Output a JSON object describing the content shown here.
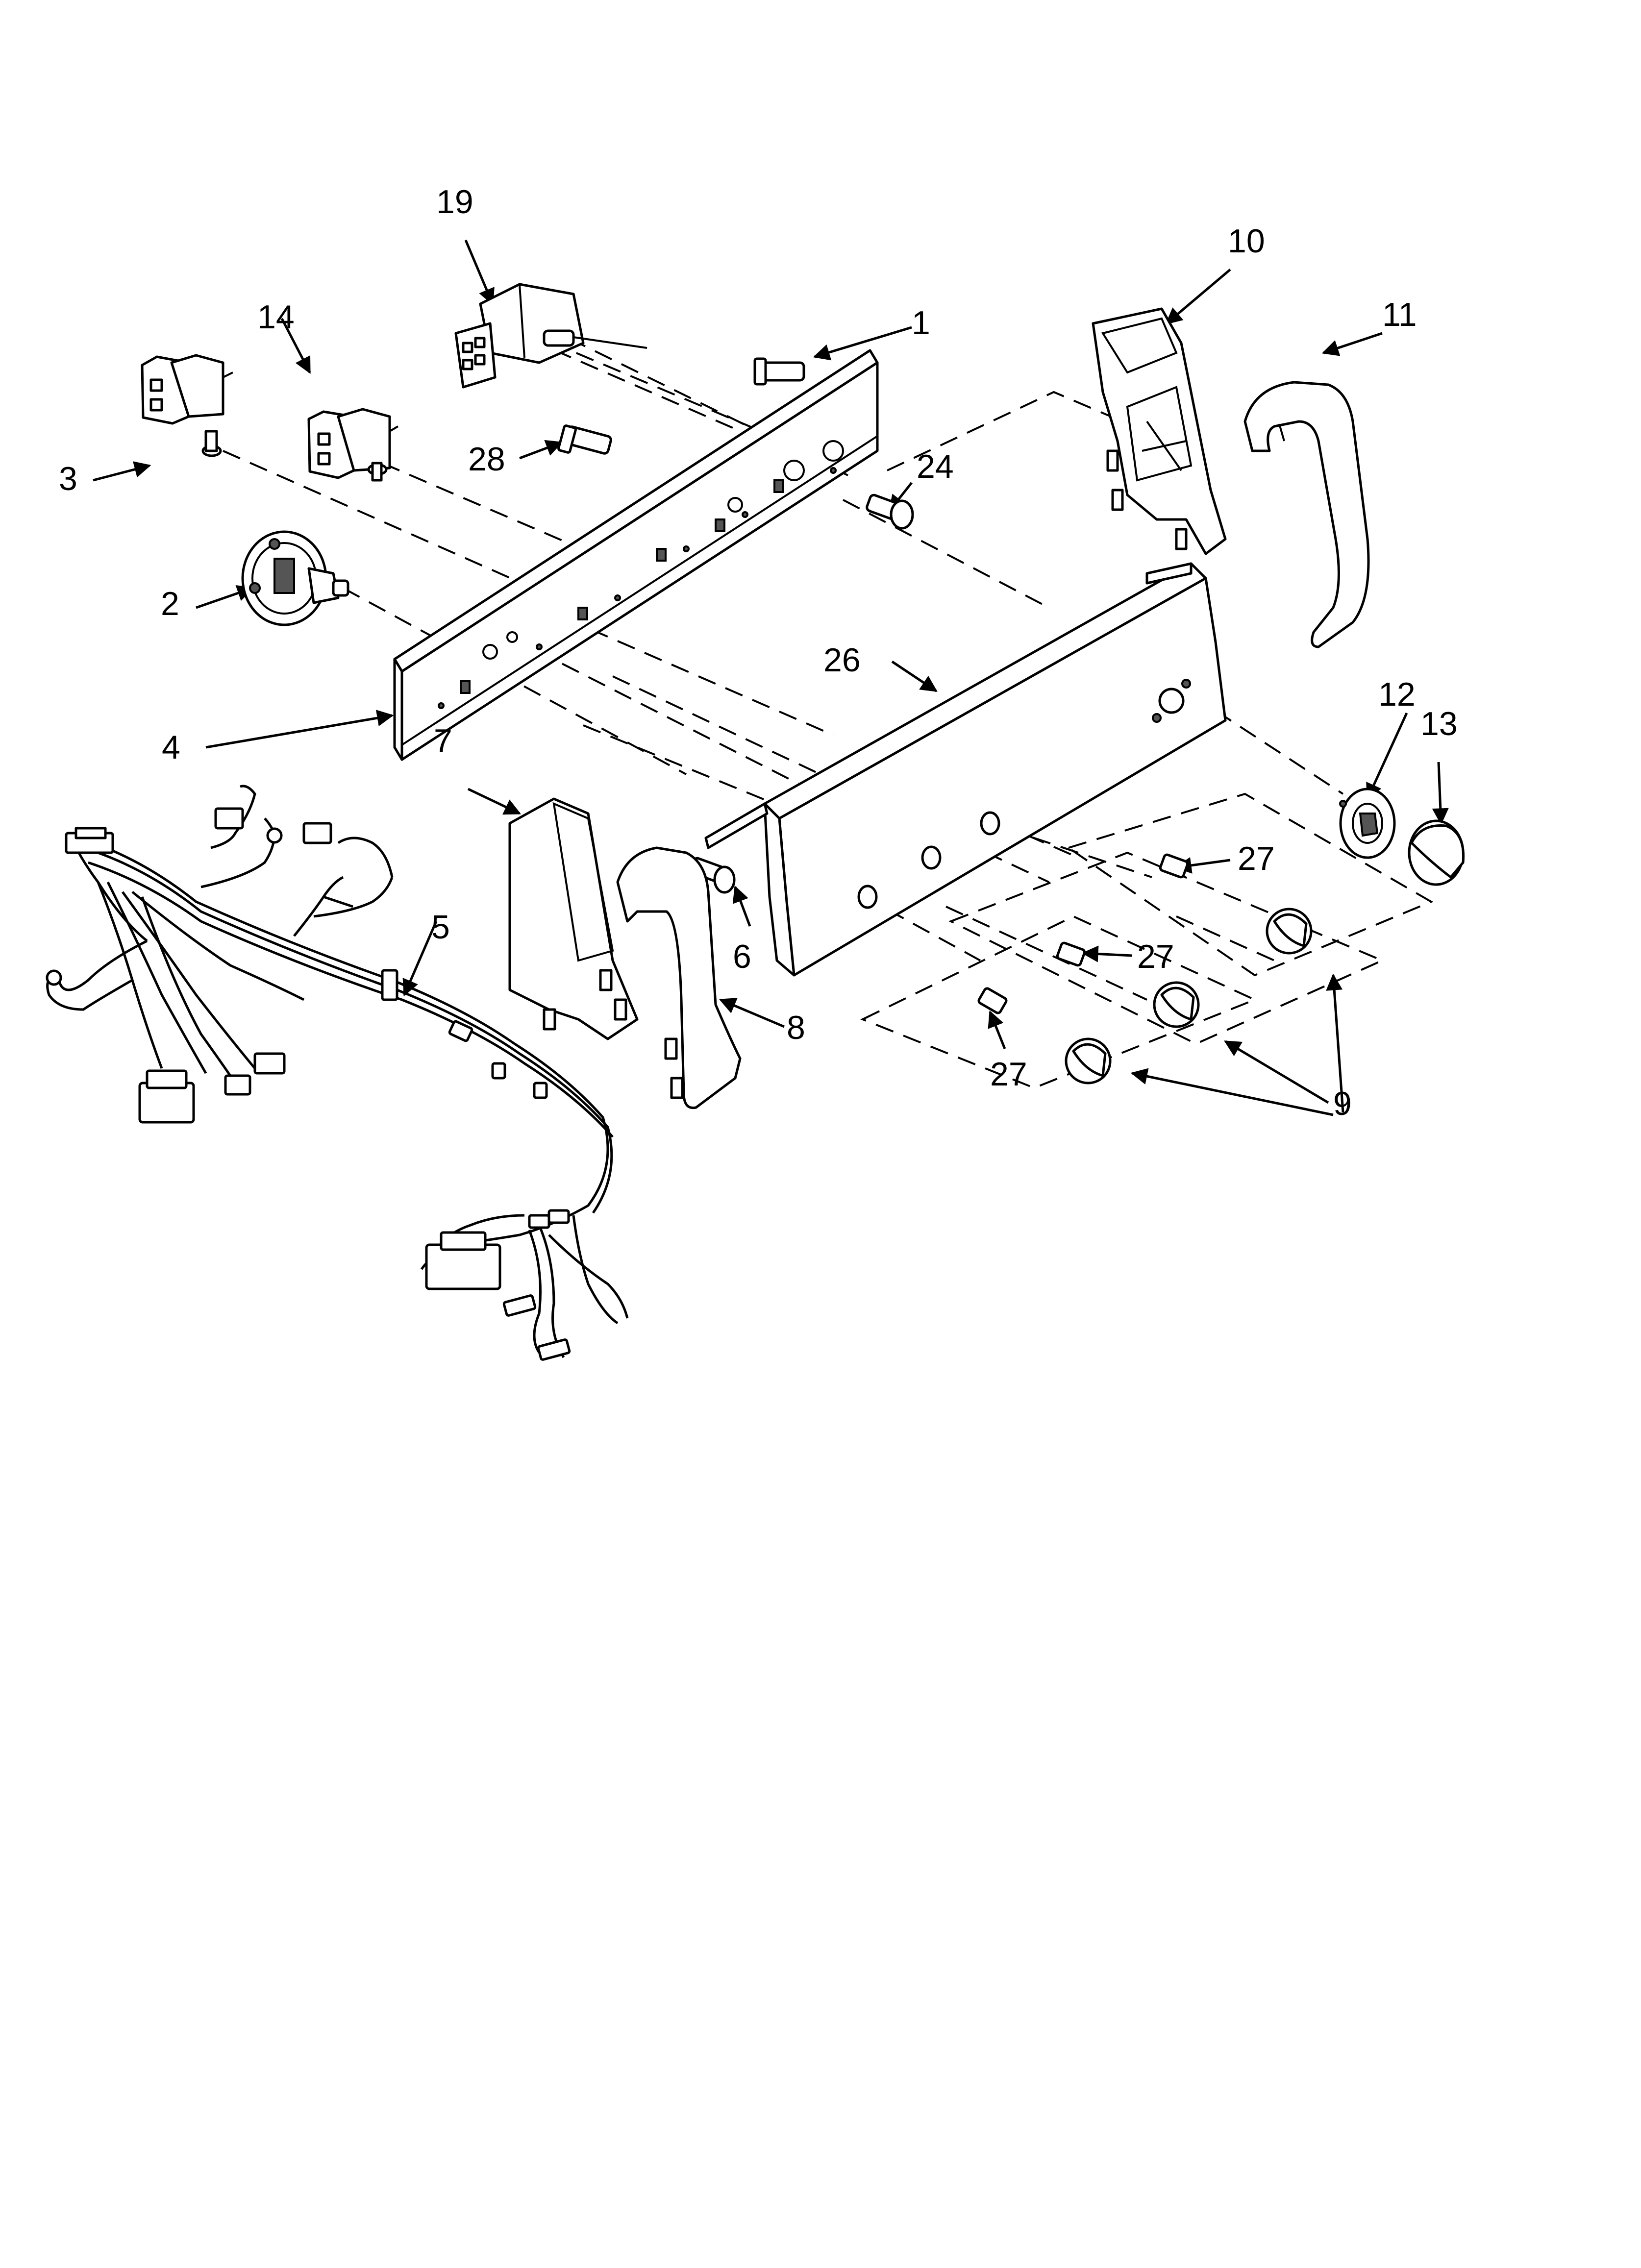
{
  "callouts": {
    "c1": "1",
    "c2": "2",
    "c3": "3",
    "c4": "4",
    "c5": "5",
    "c6": "6",
    "c7": "7",
    "c8": "8",
    "c9": "9",
    "c10": "10",
    "c11": "11",
    "c12": "12",
    "c13": "13",
    "c14": "14",
    "c19": "19",
    "c24": "24",
    "c26": "26",
    "c27a": "27",
    "c27b": "27",
    "c27c": "27",
    "c28": "28"
  }
}
